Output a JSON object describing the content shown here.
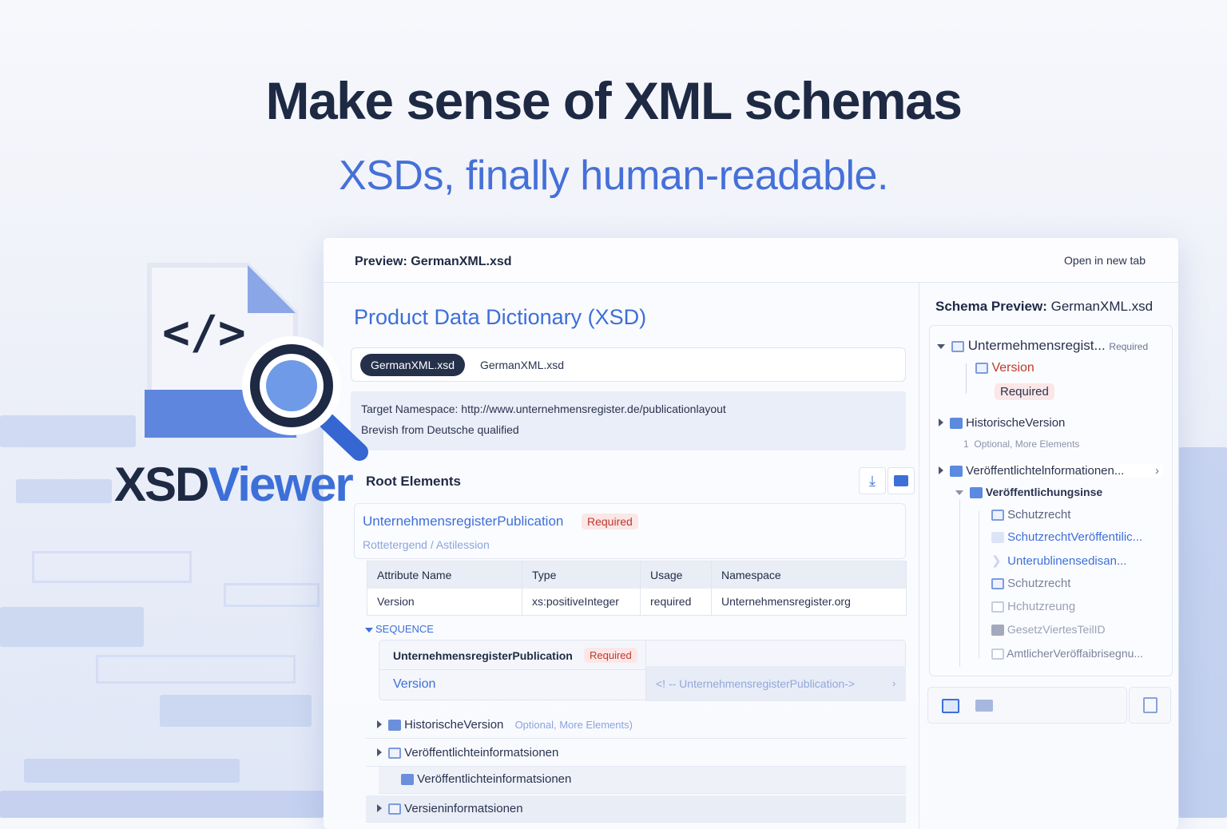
{
  "hero": {
    "headline": "Make sense of XML schemas",
    "subheadline": "XSDs, finally human-readable."
  },
  "brand": {
    "part1": "XSD",
    "part2": "Viewer",
    "logo_icon": "code-file-magnifier-icon"
  },
  "colors": {
    "accent": "#3d6fd9",
    "required": "#c0392b",
    "dark": "#1e2943"
  },
  "panel": {
    "title": "Preview: GermanXML.xsd",
    "open_new_tab": "Open in new tab",
    "doc_title": "Product Data Dictionary (XSD)",
    "file_tabs": [
      {
        "label": "GermanXML.xsd",
        "active": true
      },
      {
        "label": "GermanXML.xsd",
        "active": false
      }
    ],
    "namespace": "Target Namespace: http://www.unternehmensregister.de/publicationlayout",
    "namespace_note": "Brevish from Deutsche qualified",
    "root_heading": "Root Elements",
    "root": {
      "name": "UnternehmensregisterPublication",
      "badge": "Required",
      "path": "Rottetergend / Astilession"
    },
    "table": {
      "headers": [
        "Attribute Name",
        "Type",
        "Usage",
        "Namespace"
      ],
      "rows": [
        [
          "Version",
          "xs:positiveInteger",
          "required",
          "Unternehmensregister.org"
        ]
      ]
    },
    "sequence_label": "SEQUENCE",
    "seq": {
      "name": "UnternehmensregisterPublication",
      "badge": "Required",
      "child": "Version",
      "comment": "<! -- UnternehmensregisterPublication->"
    },
    "items": [
      {
        "name": "HistorischeVersion",
        "note": "Optional, More Elements)"
      },
      {
        "name": "Veröffentlichteinformatsionen"
      },
      {
        "name": "Veröffentlichteinformatsionen"
      },
      {
        "name": "Versieninformatsionen"
      }
    ]
  },
  "schema": {
    "title_prefix": "Schema Preview:",
    "title_file": "GermanXML.xsd",
    "nodes": [
      {
        "label": "Untermehmensregist...",
        "badge": "Required"
      },
      {
        "label": "Version"
      },
      {
        "label": "Required"
      },
      {
        "label": "HistorischeVersion"
      },
      {
        "label": "Optional, More Elements",
        "num": "1"
      },
      {
        "label": "Veröffentlichtelnformationen..."
      },
      {
        "label": "Veröffentlichungsinse"
      },
      {
        "label": "Schutzrecht"
      },
      {
        "label": "SchutzrechtVeröffentilic..."
      },
      {
        "label": "Unterublinensedisan..."
      },
      {
        "label": "Schutzrecht"
      },
      {
        "label": "Hchutzreung"
      },
      {
        "label": "GesetzViertesTeilID"
      },
      {
        "label": "AmtlicherVeröffaibrisegnu..."
      }
    ]
  }
}
